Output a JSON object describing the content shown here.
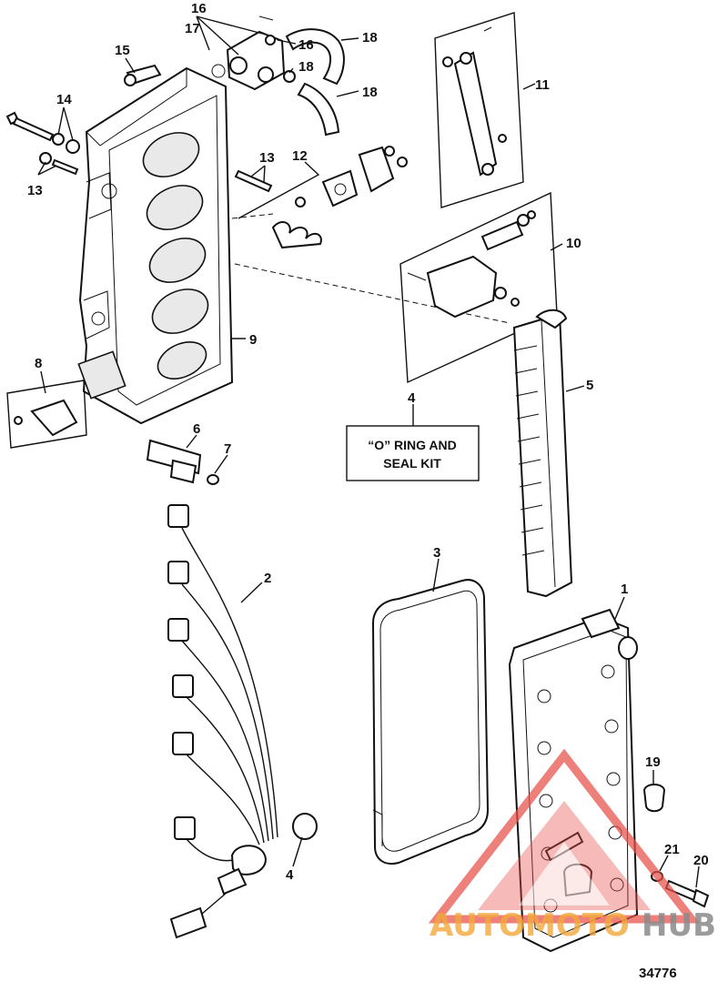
{
  "diagram": {
    "callouts": [
      {
        "id": "c1",
        "label": "1"
      },
      {
        "id": "c2",
        "label": "2"
      },
      {
        "id": "c3",
        "label": "3"
      },
      {
        "id": "c4a",
        "label": "4"
      },
      {
        "id": "c4b",
        "label": "4"
      },
      {
        "id": "c5",
        "label": "5"
      },
      {
        "id": "c6",
        "label": "6"
      },
      {
        "id": "c7",
        "label": "7"
      },
      {
        "id": "c8",
        "label": "8"
      },
      {
        "id": "c9",
        "label": "9"
      },
      {
        "id": "c10",
        "label": "10"
      },
      {
        "id": "c11",
        "label": "11"
      },
      {
        "id": "c12",
        "label": "12"
      },
      {
        "id": "c13a",
        "label": "13"
      },
      {
        "id": "c13b",
        "label": "13"
      },
      {
        "id": "c14",
        "label": "14"
      },
      {
        "id": "c15",
        "label": "15"
      },
      {
        "id": "c16a",
        "label": "16"
      },
      {
        "id": "c16b",
        "label": "16"
      },
      {
        "id": "c17",
        "label": "17"
      },
      {
        "id": "c18a",
        "label": "18"
      },
      {
        "id": "c18b",
        "label": "18"
      },
      {
        "id": "c18c",
        "label": "18"
      },
      {
        "id": "c19",
        "label": "19"
      },
      {
        "id": "c20",
        "label": "20"
      },
      {
        "id": "c21",
        "label": "21"
      }
    ],
    "kit_box": {
      "line1": "“O” RING AND",
      "line2": "SEAL KIT"
    },
    "part_number": "34776"
  },
  "watermark": {
    "text_left": "AUTOMOTO",
    "text_right": "HUB",
    "color_left": "#f2a83a",
    "color_right": "#8a8a8a",
    "logo_color": "#e8504a"
  }
}
